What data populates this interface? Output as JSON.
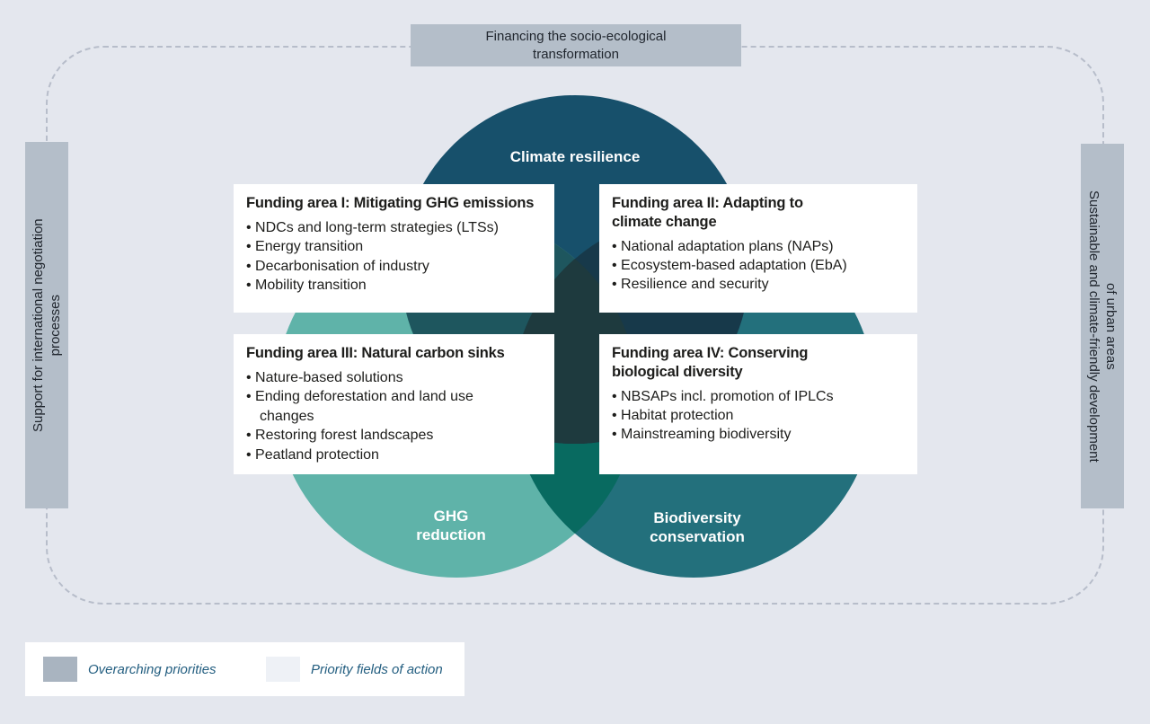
{
  "colors": {
    "background": "#e4e7ee",
    "banner_gray": "#b4bec9",
    "circle_top": "#17506b",
    "circle_bottom_left": "#5fb3a9",
    "circle_bottom_right": "#23707c",
    "overlap_top_left": "#1e565e",
    "overlap_top_right": "#17394a",
    "overlap_bottom": "#086a60",
    "overlap_center": "#1e3a3e",
    "legend_swatch_priorities": "#a9b4c0",
    "legend_swatch_fields": "#eef1f6"
  },
  "banners": {
    "top": "Financing the socio-ecological\ntransformation",
    "left": "Support for international negotiation\nprocesses",
    "right": "Sustainable and climate-friendly development\nof urban areas"
  },
  "venn": {
    "top_circle_label": "Climate resilience",
    "bottom_left_circle_label": "GHG\nreduction",
    "bottom_right_circle_label": "Biodiversity\nconservation"
  },
  "funding_areas": [
    {
      "title": "Funding area I: Mitigating GHG emissions",
      "bullets": [
        "NDCs and long-term strategies (LTSs)",
        "Energy transition",
        "Decarbonisation of industry",
        "Mobility transition"
      ]
    },
    {
      "title": "Funding area II: Adapting to\nclimate change",
      "bullets": [
        "National adaptation plans (NAPs)",
        "Ecosystem-based adaptation (EbA)",
        "Resilience and security"
      ]
    },
    {
      "title": "Funding area III: Natural carbon sinks",
      "bullets": [
        "Nature-based solutions",
        "Ending deforestation and land use\nchanges",
        "Restoring forest landscapes",
        "Peatland protection"
      ]
    },
    {
      "title": "Funding area IV: Conserving\nbiological diversity",
      "bullets": [
        "NBSAPs incl. promotion of IPLCs",
        "Habitat protection",
        "Mainstreaming biodiversity"
      ]
    }
  ],
  "legend": {
    "items": [
      {
        "label": "Overarching priorities",
        "swatch_color": "#a9b4c0"
      },
      {
        "label": "Priority fields of action",
        "swatch_color": "#eef1f6"
      }
    ]
  }
}
